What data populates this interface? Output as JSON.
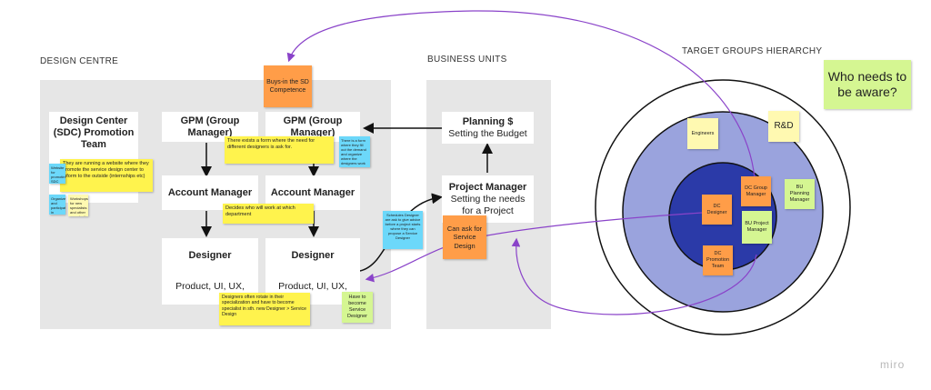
{
  "headings": {
    "design_centre": "DESIGN CENTRE",
    "business_units": "BUSINESS UNITS",
    "target_groups": "TARGET GROUPS HIERARCHY"
  },
  "cards": {
    "promo_team": "Design Center (SDC) Promotion Team",
    "gpm_left": "GPM (Group Manager)",
    "gpm_right": "GPM (Group Manager)",
    "acct_left": "Account Manager",
    "acct_right": "Account Manager",
    "designer_left_title": "Designer",
    "designer_left_sub": "Product, UI, UX,",
    "designer_right_title": "Designer",
    "designer_right_sub": "Product, UI, UX,",
    "planning_title": "Planning $",
    "planning_sub": "Setting the Budget",
    "pm_title": "Project Manager",
    "pm_sub": "Setting the needs for a Project"
  },
  "notes": {
    "buys_in": "Buys-in the SD Competence",
    "form_exists": "There exists a form where the need for different designers is ask for.",
    "decides": "Decides who will work at which department",
    "rotate": "Designers often rotate in their specialization and have to become specialist in sth. new Designer > Service Design",
    "running_website": "They are running a website where they promote the service design center to inform to the outside (internships etc)",
    "website_promoting": "Website for promoting SDC",
    "organize_events": "Organize and participate in fairs/conferences to attract new talent",
    "workshops": "Workshops for new specialists and other organizations",
    "form_filled": "There is a form where they fill out the demand and organize where the designers work",
    "schedules": "Schedules Designer are ask to give advice before a project starts where they can propose a Service Designer",
    "can_ask": "Can ask for Service Design",
    "have_to_become": "Have to become Service Designer",
    "who_needs": "Who needs to be aware?",
    "engineers": "Engineers",
    "rnd": "R&D",
    "dc_group_manager": "DC Group Manager",
    "bu_planning_manager": "BU Planning Manager",
    "dc_designer": "DC Designer",
    "bu_project_manager": "BU Project Manager",
    "dc_promotion_team": "DC Promotion Team"
  },
  "brand": {
    "logo": "miro"
  },
  "colors": {
    "panel": "#e6e6e6",
    "outer_ring": "#ffffff",
    "mid_circle": "#9aa3dd",
    "inner_circle": "#2b3aa8",
    "connector_purple": "#8a43c9",
    "sticky_yellow": "#fff34d",
    "sticky_orange": "#ff9d48",
    "sticky_blue": "#6cd8fa",
    "sticky_green": "#d5f692"
  }
}
